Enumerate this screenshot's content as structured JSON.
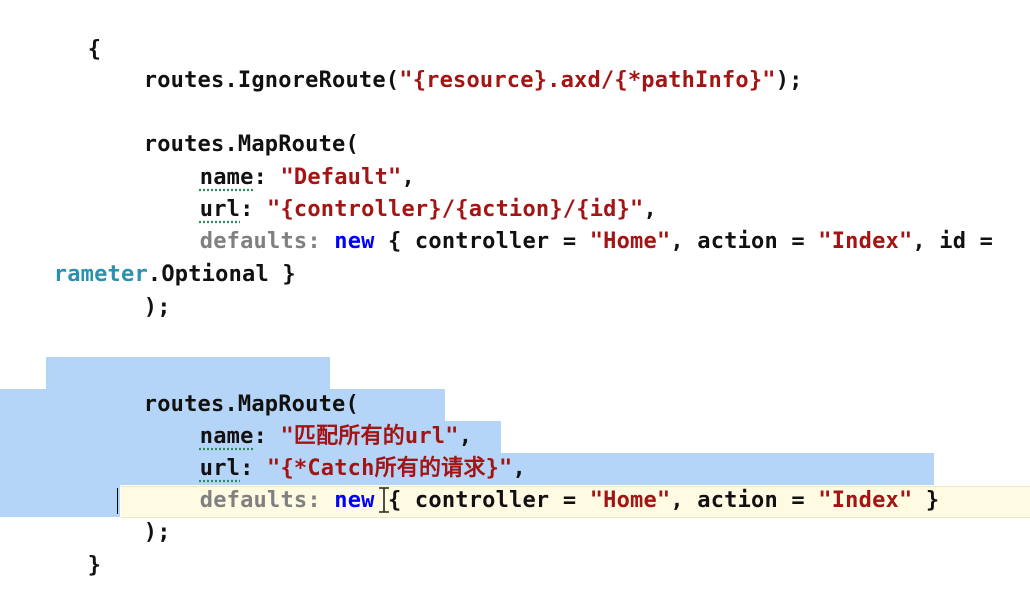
{
  "code": {
    "line1": {
      "open_brace": "{"
    },
    "line2": {
      "prefix": "routes.IgnoreRoute(",
      "str": "\"{resource}.axd/{*pathInfo}\"",
      "suffix": ");"
    },
    "line3": {
      "text": "routes.MapRoute("
    },
    "line4": {
      "param": "name",
      "colon": ": ",
      "str": "\"Default\"",
      "suffix": ","
    },
    "line5": {
      "param": "url",
      "colon": ": ",
      "str": "\"{controller}/{action}/{id}\"",
      "suffix": ","
    },
    "line6": {
      "param": "defaults:",
      "kw": "new",
      "t1": " { controller = ",
      "s1": "\"Home\"",
      "t2": ", action = ",
      "s2": "\"Index\"",
      "t3": ", id ="
    },
    "line7": {
      "type": "rameter",
      "rest": ".Optional }"
    },
    "line8": {
      "text": ");"
    },
    "line9": {
      "text": "routes.MapRoute("
    },
    "line10": {
      "param": "name",
      "colon": ": ",
      "str": "\"匹配所有的url\"",
      "suffix": ","
    },
    "line11": {
      "param": "url",
      "colon": ": ",
      "str": "\"{*Catch所有的请求}\"",
      "suffix": ","
    },
    "line12": {
      "param": "defaults:",
      "kw": "new",
      "t1": " { controller = ",
      "s1": "\"Home\"",
      "t2": ", action = ",
      "s2": "\"Index\"",
      "t3": " }"
    },
    "line13": {
      "text": ");"
    },
    "line14": {
      "close_brace": "}"
    }
  },
  "colors": {
    "string": "#a31515",
    "keyword": "#0000ff",
    "type": "#2b91af",
    "selection": "#b4d5f7",
    "current_line": "#fffbe2"
  },
  "cursor_icon": "i-beam-cursor-icon"
}
